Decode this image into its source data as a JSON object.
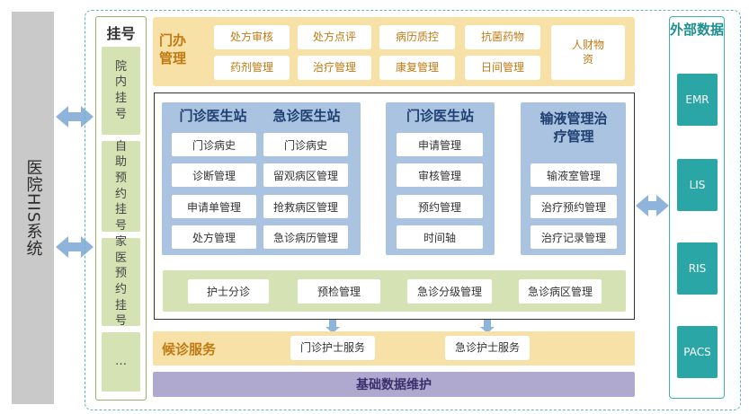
{
  "his_system": "医院HIS系统",
  "registration": {
    "title": "挂号",
    "items": [
      "院内挂号",
      "自助预约挂号",
      "家医预约挂号",
      "…"
    ]
  },
  "external": {
    "title": "外部数据",
    "items": [
      "EMR",
      "LIS",
      "RIS",
      "PACS"
    ]
  },
  "outpatient_office": {
    "title": "门办管理",
    "items": [
      "处方审核",
      "处方点评",
      "病历质控",
      "抗菌药物",
      "药剂管理",
      "治疗管理",
      "康复管理",
      "日间管理",
      "人财物资"
    ]
  },
  "stations": {
    "left_titles": [
      "门诊医生站",
      "急诊医生站"
    ],
    "outpatient_items": [
      "门诊病史",
      "诊断管理",
      "申请单管理",
      "处方管理"
    ],
    "emergency_items": [
      "门诊病史",
      "留观病区管理",
      "抢救病区管理",
      "急诊病历管理"
    ],
    "middle_title": "门诊医生站",
    "middle_items": [
      "申请管理",
      "审核管理",
      "预约管理",
      "时间轴"
    ],
    "right_title": "输液管理治疗管理",
    "right_items": [
      "输液室管理",
      "治疗预约管理",
      "治疗记录管理"
    ]
  },
  "nursing": {
    "items": [
      "护士分诊",
      "预检管理",
      "急诊分级管理",
      "急诊病区管理"
    ]
  },
  "waiting": {
    "title": "候诊服务",
    "items": [
      "门诊护士服务",
      "急诊护士服务"
    ]
  },
  "base": {
    "title": "基础数据维护"
  },
  "colors": {
    "teal": "#2aa6a6",
    "blue": "#a9c3e0",
    "yellow": "#f7e1a6",
    "green": "#d5e2b3",
    "purple": "#b0a9cf",
    "arrow": "#8fb4dc"
  }
}
